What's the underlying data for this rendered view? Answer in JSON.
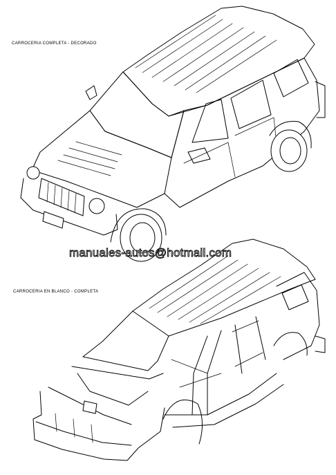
{
  "captions": {
    "top": "CARROCERIA COMPLETA - DECORADO",
    "bottom": "CARROCERIA EN BLANCO - COMPLETA"
  },
  "watermark": "manuales-autos@hotmail.com"
}
